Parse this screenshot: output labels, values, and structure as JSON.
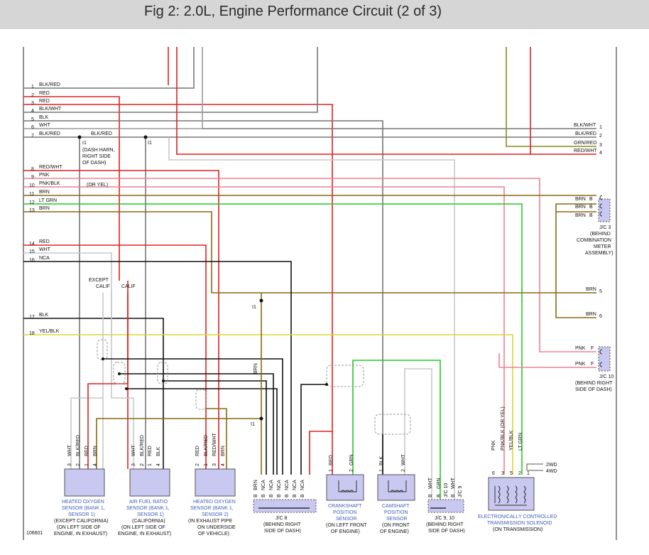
{
  "title": "Fig 2: 2.0L, Engine Performance Circuit (2 of 3)",
  "colors": {
    "red": "#e02020",
    "black": "#111111",
    "white_wire": "#c8c8c8",
    "gray_wire": "#777777",
    "brown": "#8b6914",
    "green": "#22cc22",
    "yellow": "#d8d830",
    "pink": "#f08090",
    "olive": "#8a8a20",
    "component_fill": "#c8c8f0",
    "label_blue": "#3d5fb8"
  },
  "left_wires": [
    {
      "pin": "1",
      "label": "BLK/RED"
    },
    {
      "pin": "2",
      "label": "RED"
    },
    {
      "pin": "3",
      "label": "RED"
    },
    {
      "pin": "4",
      "label": "BLK/WHT"
    },
    {
      "pin": "5",
      "label": "BLK"
    },
    {
      "pin": "6",
      "label": "WHT"
    },
    {
      "pin": "7",
      "label": "BLK/RED"
    },
    {
      "pin": "8",
      "label": "RED/WHT"
    },
    {
      "pin": "9",
      "label": "PNK"
    },
    {
      "pin": "10",
      "label": "PNK/BLK"
    },
    {
      "pin": "11",
      "label": "BRN"
    },
    {
      "pin": "12",
      "label": "LT GRN"
    },
    {
      "pin": "13",
      "label": "BRN"
    },
    {
      "pin": "14",
      "label": "RED"
    },
    {
      "pin": "15",
      "label": "WHT"
    },
    {
      "pin": "16",
      "label": "NCA"
    },
    {
      "pin": "17",
      "label": "BLK"
    },
    {
      "pin": "18",
      "label": "YEL/BLK"
    }
  ],
  "right_wires": [
    {
      "pin": "1",
      "label": "BLK/WHT"
    },
    {
      "pin": "2",
      "label": "BLK/RED"
    },
    {
      "pin": "3",
      "label": "GRN/RED"
    },
    {
      "pin": "4",
      "label": "RED/WHT"
    },
    {
      "pin": "5",
      "label": "BRN"
    },
    {
      "pin": "6",
      "label": "BRN"
    }
  ],
  "annotations": {
    "blk_red_mid": "BLK/RED",
    "i1_a": "I1",
    "i1_b": "I1",
    "i1_c": "I1",
    "i1_d": "I1",
    "dash_harn": [
      "(DASH HARN,",
      "RIGHT SIDE",
      "OF DASH)"
    ],
    "or_yel": "(OR YEL)",
    "except": "EXCEPT",
    "calif1": "CALIF",
    "calif2": "CALIF",
    "brn_vertical": "BRN",
    "figure_id": "106601"
  },
  "jc3": {
    "wires": [
      "BRN",
      "BRN",
      "BRN"
    ],
    "pins": [
      "B",
      "B",
      "B"
    ],
    "label": [
      "J/C 3",
      "(BEHIND",
      "COMBINATION",
      "METER",
      "ASSEMBLY)"
    ]
  },
  "jc10_right": {
    "wires": [
      "PNK",
      "PNK"
    ],
    "pins": [
      "F",
      "F"
    ],
    "label": [
      "J/C 10",
      "(BEHIND RIGHT",
      "SIDE OF DASH)"
    ]
  },
  "components": [
    {
      "wire_labels": [
        "WHT",
        "BLK/RED",
        "RED",
        "BRN"
      ],
      "pins": [
        "3",
        "2",
        "1",
        "4"
      ],
      "name": [
        "HEATED OXYGEN",
        "SENSOR (BANK 1,",
        "SENSOR 1)"
      ],
      "note": [
        "(EXCEPT CALIFORNIA)",
        "(ON LEFT SIDE OF",
        "ENGINE, IN EXHAUST)"
      ]
    },
    {
      "wire_labels": [
        "WHT",
        "BLK/RED",
        "RED",
        "BLK"
      ],
      "pins": [
        "3",
        "2",
        "1",
        "4"
      ],
      "name": [
        "AIR FUEL RATIO",
        "SENSOR (BANK 1,",
        "SENSOR 1)"
      ],
      "note": [
        "(CALIFORNIA)",
        "(ON LEFT SIDE OF",
        "ENGINE, IN EXHAUST)"
      ]
    },
    {
      "wire_labels": [
        "RED",
        "BLK/RED",
        "RED/WHT",
        "BRN"
      ],
      "pins": [
        "2",
        "1",
        "3",
        "4"
      ],
      "name": [
        "HEATED OXYGEN",
        "SENSOR (BANK 1,",
        "SENSOR 2)"
      ],
      "note": [
        "(IN EXHAUST PIPE",
        "ON UNDERSIDE",
        "OF VEHICLE)"
      ]
    },
    {
      "wire_labels": [
        "BRN",
        "NCA",
        "NCA",
        "NCA",
        "NCA",
        "NCA",
        "NCA"
      ],
      "pins": [
        "B",
        "B",
        "B",
        "B",
        "B",
        "B",
        "B"
      ],
      "name": [],
      "note": [
        "J/C 8",
        "(BEHIND RIGHT",
        "SIDE OF DASH)"
      ]
    },
    {
      "wire_labels": [
        "RED",
        "GRN"
      ],
      "pins": [
        "1",
        "2"
      ],
      "name": [
        "CRANKSHAFT",
        "POSITION",
        "SENSOR"
      ],
      "note": [
        "(ON LEFT FRONT",
        "OF ENGINE)"
      ]
    },
    {
      "wire_labels": [
        "BLK",
        "WHT"
      ],
      "pins": [
        "1",
        "2"
      ],
      "name": [
        "CAMSHAFT",
        "POSITION",
        "SENSOR"
      ],
      "note": [
        "(ON FRONT",
        "OF ENGINE)"
      ]
    },
    {
      "wire_labels": [
        "WHT",
        "GRN",
        "WHT"
      ],
      "pins": [
        "B",
        "B",
        "B"
      ],
      "sublabels": [
        "J/C 10",
        "J/C 9"
      ],
      "name": [],
      "note": [
        "J/C 9, 10",
        "(BEHIND RIGHT",
        "SIDE OF DASH)"
      ]
    },
    {
      "wire_labels": [
        "PNK",
        "PNK/BLK (OR YEL)",
        "YEL/BLK",
        "LT GRN"
      ],
      "pins": [
        "6",
        "3",
        "5",
        "2",
        "1"
      ],
      "name": [
        "ELECTRONICALLY CONTROLLED",
        "TRANSMISSION SOLENOID"
      ],
      "note": [
        "(ON TRANSMISSION)"
      ],
      "mode_labels": [
        "2WD",
        "4WD"
      ]
    }
  ]
}
